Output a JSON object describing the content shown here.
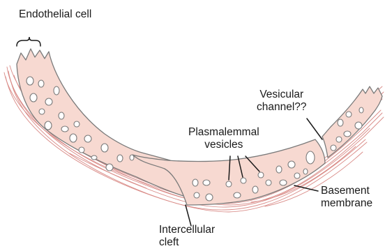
{
  "diagram": {
    "labels": {
      "endothelial_cell": "Endothelial cell",
      "vesicular_channel": [
        "Vesicular",
        "channel??"
      ],
      "plasmalemmal_vesicles": [
        "Plasmalemmal",
        "vesicles"
      ],
      "basement_membrane": [
        "Basement",
        "membrane"
      ],
      "intercellular_cleft": [
        "Intercellular",
        "cleft"
      ]
    },
    "colors": {
      "cell_fill": "#f7d9d1",
      "cell_outline": "#7a7a7a",
      "vesicle_fill": "#ffffff",
      "basement_fibers": "#d98a86",
      "leader_line": "#1a1a1a",
      "label_text": "#1a1a1a"
    }
  }
}
